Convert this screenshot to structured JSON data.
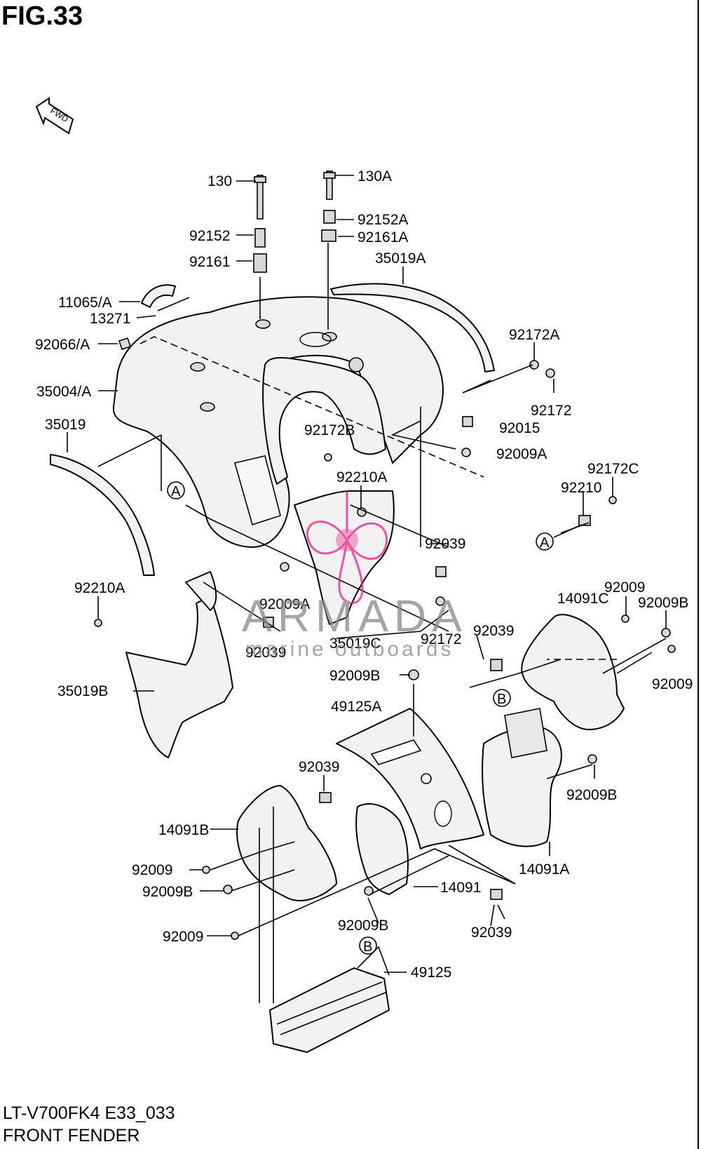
{
  "header": {
    "title": "FIG.33"
  },
  "orientation": {
    "fwd_label": "FWD"
  },
  "callouts": {
    "p130": "130",
    "p130A": "130A",
    "p92152": "92152",
    "p92152A": "92152A",
    "p92161": "92161",
    "p92161A": "92161A",
    "p35019A": "35019A",
    "p11065A": "11065/A",
    "p13271": "13271",
    "p92066A": "92066/A",
    "p35004A": "35004/A",
    "p35019": "35019",
    "p92172A": "92172A",
    "p92172": "92172",
    "p92172B": "92172B",
    "p92015": "92015",
    "p92009A_top": "92009A",
    "p92210A_mid": "92210A",
    "p92172C": "92172C",
    "p92210": "92210",
    "p92039_mid": "92039",
    "p92210A_left": "92210A",
    "p92009A_mid": "92009A",
    "p92039_left": "92039",
    "p35019C": "35019C",
    "p92172_mid": "92172",
    "p35019B": "35019B",
    "p14091C": "14091C",
    "p92009_r1": "92009",
    "p92009B_r1": "92009B",
    "p92039_r": "92039",
    "p92009_r2": "92009",
    "p92009B_center": "92009B",
    "p49125A": "49125A",
    "p92039_low": "92039",
    "p14091B": "14091B",
    "p92009B_right": "92009B",
    "p14091A": "14091A",
    "p92009_low1": "92009",
    "p92009B_low1": "92009B",
    "p14091": "14091",
    "p92009B_low2": "92009B",
    "p92039_bot": "92039",
    "p92009_low2": "92009",
    "p49125": "49125"
  },
  "reference_marks": {
    "a_left": "A",
    "a_right": "A",
    "b_right": "B",
    "b_bottom": "B"
  },
  "watermark": {
    "brand": "ARMADA",
    "tagline": "marine outboards",
    "color": "#e91e8c"
  },
  "footer": {
    "model_code": "LT-V700FK4 E33_033",
    "section_name": "FRONT FENDER"
  }
}
